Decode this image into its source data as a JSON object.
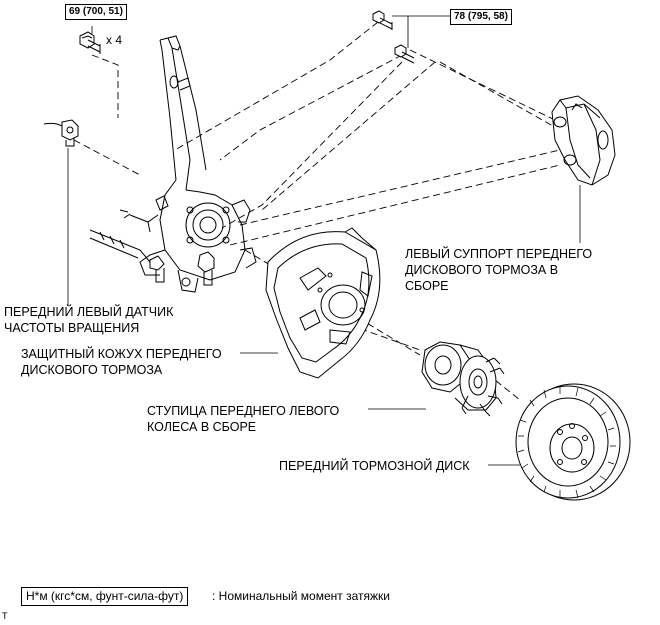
{
  "torque_specs": {
    "bolt_left": "69 (700, 51)",
    "bolt_right": "78 (795, 58)",
    "quantity": "x 4"
  },
  "labels": {
    "caliper": "ЛЕВЫЙ СУППОРТ ПЕРЕДНЕГО\nДИСКОВОГО ТОРМОЗА В\nСБОРЕ",
    "sensor": "ПЕРЕДНИЙ ЛЕВЫЙ ДАТЧИК\nЧАСТОТЫ ВРАЩЕНИЯ",
    "shield": "ЗАЩИТНЫЙ КОЖУХ ПЕРЕДНЕГО\nДИСКОВОГО ТОРМОЗА",
    "hub": "СТУПИЦА ПЕРЕДНЕГО ЛЕВОГО\nКОЛЕСА В СБОРЕ",
    "disc": "ПЕРЕДНИЙ ТОРМОЗНОЙ ДИСК"
  },
  "legend": {
    "units": "Н*м (кгс*см, фунт-сила-фут)",
    "description": ": Номинальный момент затяжки"
  },
  "corner_mark": "T"
}
